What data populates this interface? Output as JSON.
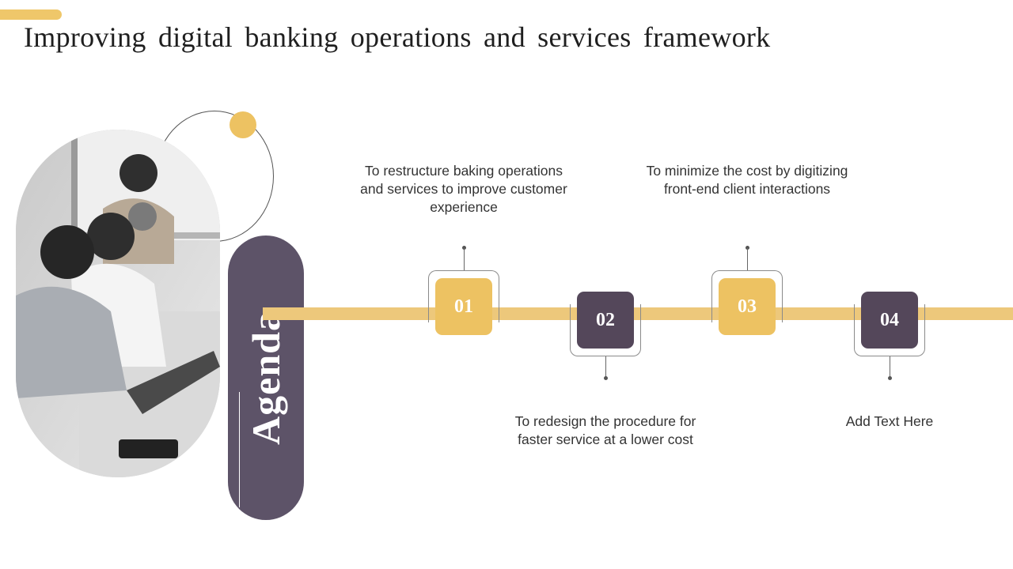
{
  "slide": {
    "title": "Improving digital banking operations and services framework",
    "agenda_label": "Agenda"
  },
  "colors": {
    "gold": "#EDC262",
    "purple": "#5D5368",
    "track": "#EDC87B"
  },
  "steps": [
    {
      "number": "01",
      "text": "To restructure baking operations and services to improve customer experience",
      "color": "gold"
    },
    {
      "number": "02",
      "text": "To redesign the procedure for faster service at a lower cost",
      "color": "purple"
    },
    {
      "number": "03",
      "text": "To minimize the cost by digitizing front-end client interactions",
      "color": "gold"
    },
    {
      "number": "04",
      "text": "Add Text Here",
      "color": "purple"
    }
  ]
}
